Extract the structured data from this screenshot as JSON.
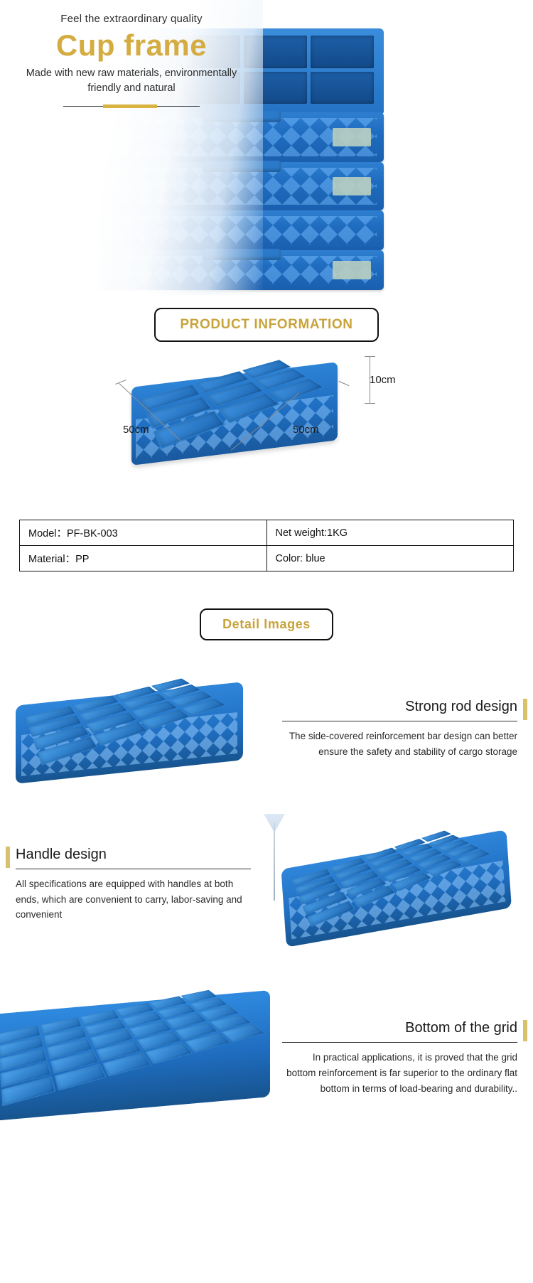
{
  "hero": {
    "eyebrow": "Feel the extraordinary quality",
    "title": "Cup frame",
    "subtitle": "Made with new raw materials, environmentally friendly and natural"
  },
  "sections": {
    "product_information_badge": "PRODUCT INFORMATION",
    "detail_images_badge": "Detail Images"
  },
  "dimensions": {
    "width_label": "50cm",
    "depth_label": "50cm",
    "height_label": "10cm"
  },
  "spec_table": {
    "rows": [
      {
        "left": "Model：PF-BK-003",
        "right": "Net weight:1KG"
      },
      {
        "left": "Material：PP",
        "right": "Color: blue"
      }
    ]
  },
  "details": [
    {
      "heading": "Strong rod design",
      "body": "The side-covered reinforcement bar design can better ensure the safety and stability of cargo storage"
    },
    {
      "heading": "Handle design",
      "body": "All specifications are equipped with handles at both ends, which are convenient to carry, labor-saving and convenient"
    },
    {
      "heading": "Bottom of the grid",
      "body": "In practical applications, it is proved that the grid bottom reinforcement is far superior to the ordinary flat bottom in terms of load-bearing and durability.."
    }
  ],
  "colors": {
    "gold": "#c8a33c",
    "gold_accent": "#d9c06a",
    "product_blue": "#1f6dc0"
  }
}
